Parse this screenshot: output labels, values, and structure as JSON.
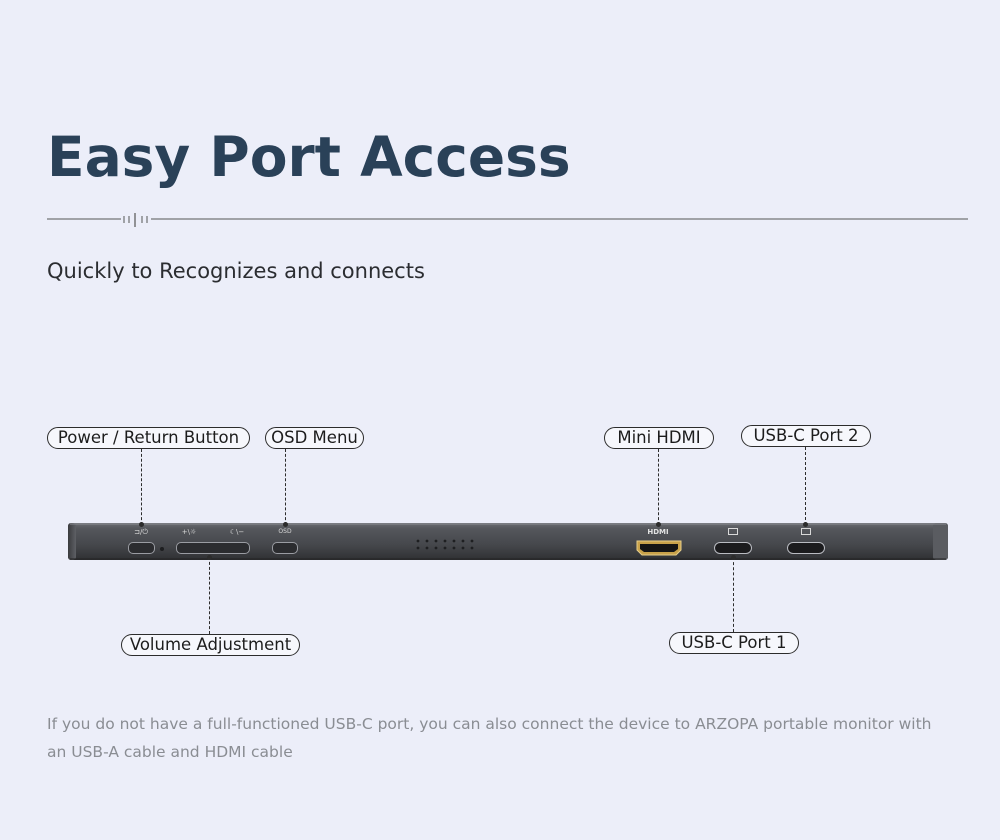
{
  "title": "Easy Port Access",
  "subtitle": "Quickly to Recognizes and connects",
  "labels": {
    "power": "Power / Return Button",
    "osd": "OSD Menu",
    "hdmi": "Mini HDMI",
    "usbc2": "USB-C Port 2",
    "volume": "Volume Adjustment",
    "usbc1": "USB-C Port 1"
  },
  "device_markings": {
    "power_symbol": "⊐/⏻",
    "vol_up": "+\\☼",
    "vol_down": "☾\\−",
    "osd": "OSD",
    "hdmi": "HDMI"
  },
  "note": "If you do not have a full-functioned USB-C port, you can also connect the device to ARZOPA portable monitor with an USB-A cable and HDMI cable",
  "colors": {
    "background": "#eceef9",
    "title": "#2a4158",
    "device_body": "#4a4c50",
    "hdmi_port": "#c9a24a"
  }
}
